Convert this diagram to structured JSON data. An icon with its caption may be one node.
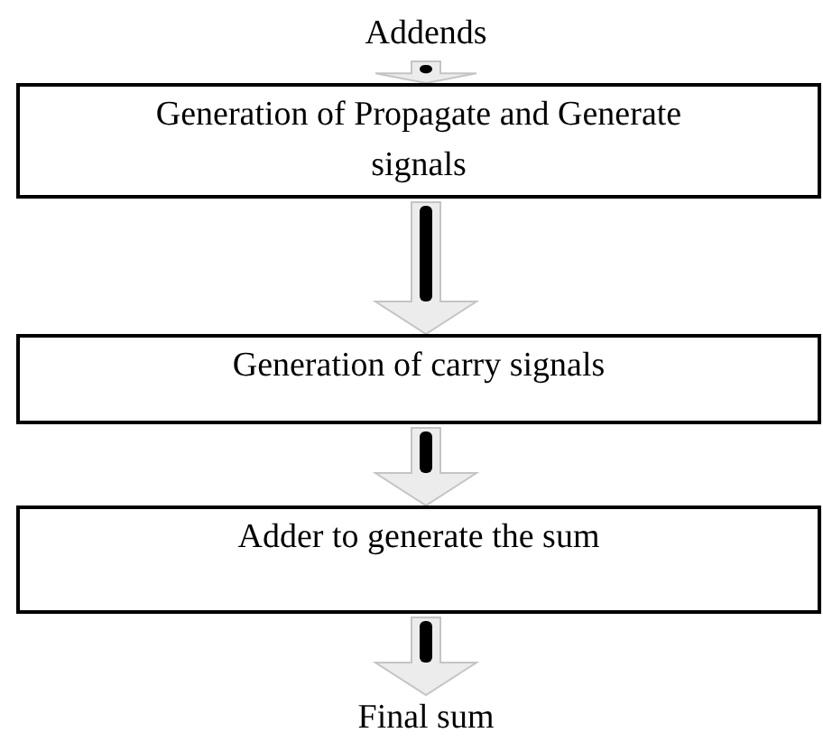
{
  "diagram": {
    "nodes": [
      {
        "text": [
          "Addends"
        ]
      },
      {
        "text": [
          "Generation of Propagate and Generate signals"
        ]
      },
      {
        "text": [
          "Generation of carry signals"
        ]
      },
      {
        "text": [
          "Adder to generate the sum"
        ]
      },
      {
        "text": [
          "Final sum"
        ]
      }
    ],
    "edges": [
      {
        "from": 0,
        "to": 1,
        "arrow": "to"
      },
      {
        "from": 1,
        "to": 2,
        "arrow": "to"
      },
      {
        "from": 2,
        "to": 3,
        "arrow": "to"
      },
      {
        "from": 3,
        "to": 4,
        "arrow": "to"
      }
    ]
  }
}
